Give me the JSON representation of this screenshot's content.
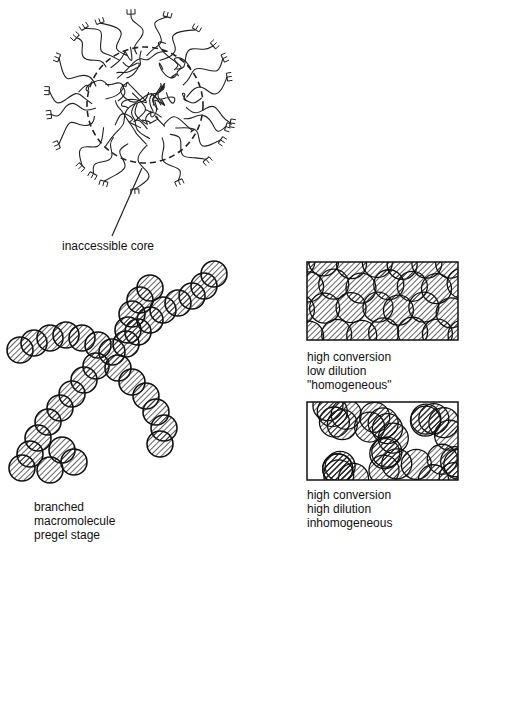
{
  "diagram": {
    "labels": [
      "inaccessible core",
      "branched",
      "macromolecule",
      "pregel stage",
      "high conversion",
      "low dilution",
      "\"homogeneous\"",
      "high conversion",
      "high dilution",
      "inhomogeneous"
    ]
  }
}
